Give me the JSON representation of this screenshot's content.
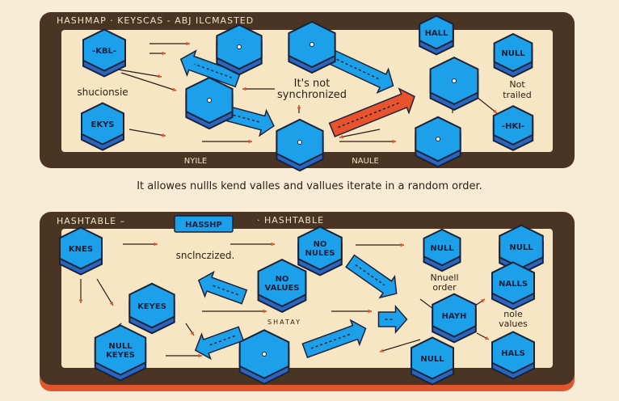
{
  "colors": {
    "frame": "#4a3524",
    "panel": "#f7e6c4",
    "hex": "#1da0ea",
    "hex_dark": "#2a66c0",
    "arrow": "#e8522c",
    "outline": "#1b2338"
  },
  "hashmap_panel": {
    "title": "HASHMAP · KEYSCAS - ABJ ILCMASTED",
    "nodes": [
      "-KBL-",
      "HALL",
      "NULL",
      "EKYS",
      "-HKI-"
    ],
    "notes": {
      "left": "shucionsie",
      "center_1": "It's not",
      "center_2": "synchronized",
      "right_1": "Not",
      "right_2": "trailed"
    },
    "footer_left": "NYILE",
    "footer_right": "NAULE"
  },
  "caption": "It allowes nullls kend valles and vallues iterate in a random order.",
  "hashtable_panel": {
    "title_left": "HASHTABLE  –",
    "title_badge": "HASSHP",
    "title_right": "· HASHTABLE",
    "nodes": [
      "KNES",
      "NO NULES",
      "NO VALUES",
      "NULL",
      "NULL",
      "NALLS",
      "KEYES",
      "HAYH",
      "NULL KEYES",
      "NULL",
      "HALS"
    ],
    "notes": {
      "sync": "snclnczized.",
      "order_1": "Nnuell",
      "order_2": "order",
      "values_1": "nole",
      "values_2": "values",
      "middle": "SHATAY"
    }
  }
}
